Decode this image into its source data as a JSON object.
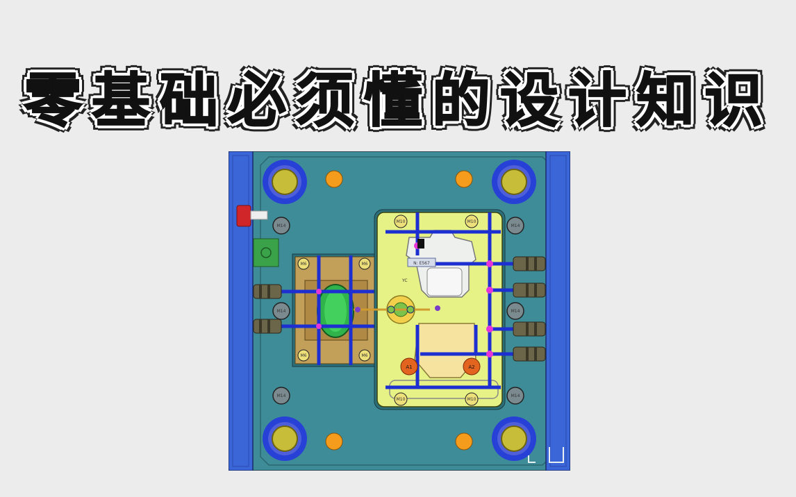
{
  "headline": "零基础必须懂的设计知识",
  "viewport": {
    "screw_label": "M14",
    "small_screw_label": "M10",
    "socket_label": "M6",
    "gate_labels": [
      "A1",
      "A2"
    ],
    "tooltip_text": "N: E567",
    "axis_label": "YC",
    "colors": {
      "plate": "#3e8c98",
      "clamp_plate": "#3a66d8",
      "core_insert": "#e6f285",
      "slider_block": "#c2a05a",
      "cooling_line": "#1d2fd0",
      "leader_bush": "#2741d6",
      "guide_pin": "#c8bd38",
      "cooling_fitting": "#6b6549",
      "locating_dot": "#f59c1c"
    }
  }
}
